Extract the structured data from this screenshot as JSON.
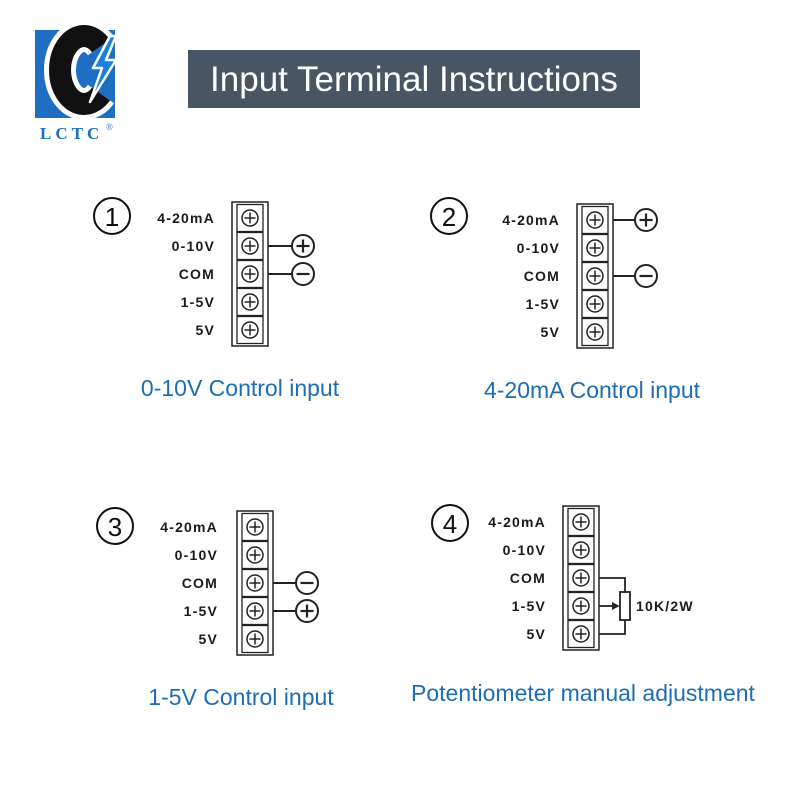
{
  "logo": {
    "text": "LCTC",
    "registered": "®",
    "colors": {
      "background": "#1e6fc3",
      "letter": "#111111",
      "letter_outline": "#ffffff",
      "bolt": "#1a7fe0",
      "wordmark": "#1e6fc3"
    }
  },
  "header": {
    "title": "Input Terminal Instructions",
    "background": "#4a5563",
    "text_color": "#ffffff"
  },
  "colors": {
    "label": "#1a1a1a",
    "line": "#222222",
    "caption": "#1d6db5"
  },
  "diagrams": [
    {
      "number": "1",
      "terminals": [
        "4-20mA",
        "0-10V",
        "COM",
        "1-5V",
        "5V"
      ],
      "wires": [
        {
          "terminal": 1,
          "symbol": "plus-symbol-icon"
        },
        {
          "terminal": 2,
          "symbol": "minus-symbol-icon"
        }
      ],
      "caption": "0-10V Control input"
    },
    {
      "number": "2",
      "terminals": [
        "4-20mA",
        "0-10V",
        "COM",
        "1-5V",
        "5V"
      ],
      "wires": [
        {
          "terminal": 0,
          "symbol": "plus-symbol-icon"
        },
        {
          "terminal": 2,
          "symbol": "minus-symbol-icon"
        }
      ],
      "caption": "4-20mA Control input"
    },
    {
      "number": "3",
      "terminals": [
        "4-20mA",
        "0-10V",
        "COM",
        "1-5V",
        "5V"
      ],
      "wires": [
        {
          "terminal": 2,
          "symbol": "minus-symbol-icon"
        },
        {
          "terminal": 3,
          "symbol": "plus-symbol-icon"
        }
      ],
      "caption": "1-5V Control input"
    },
    {
      "number": "4",
      "terminals": [
        "4-20mA",
        "0-10V",
        "COM",
        "1-5V",
        "5V"
      ],
      "potentiometer": {
        "ends": [
          2,
          4
        ],
        "wiper": 3,
        "rating": "10K/2W"
      },
      "caption": "Potentiometer manual adjustment"
    }
  ]
}
